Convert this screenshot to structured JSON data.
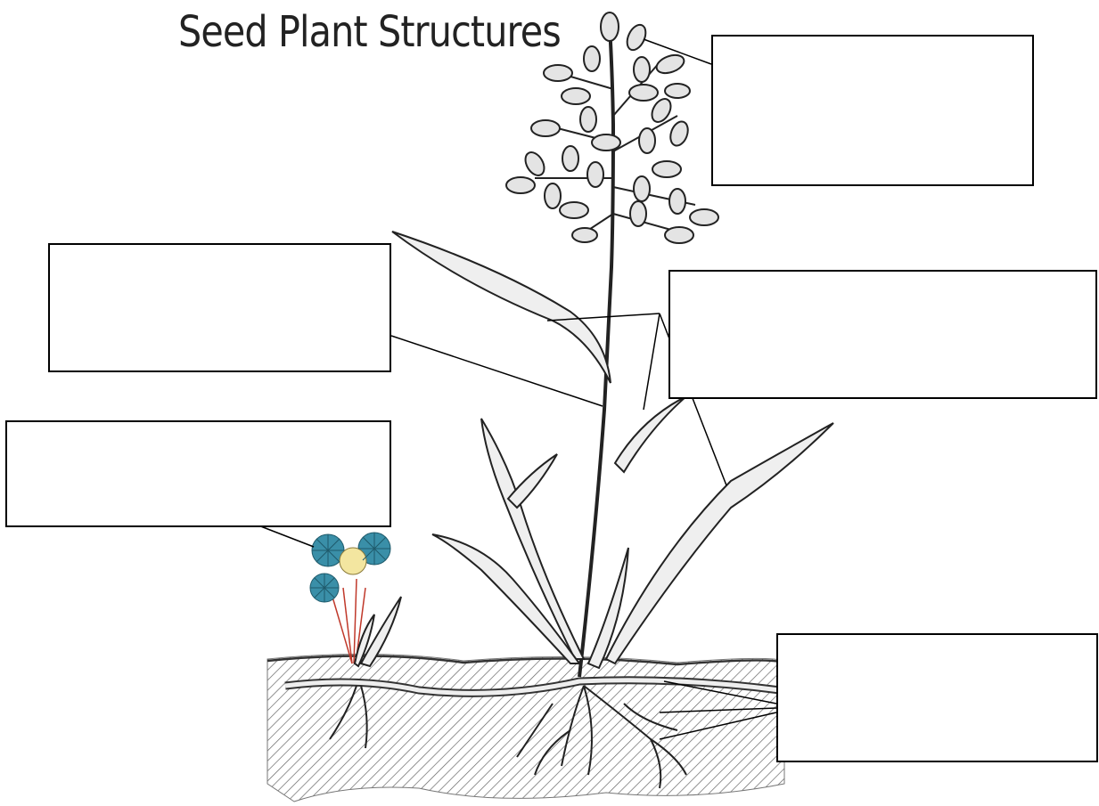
{
  "title": "Seed Plant Structures",
  "label_boxes": [
    {
      "id": "flower-cluster-label",
      "text": ""
    },
    {
      "id": "stem-label",
      "text": ""
    },
    {
      "id": "leaves-label",
      "text": ""
    },
    {
      "id": "small-flowering-plant-label",
      "text": ""
    },
    {
      "id": "roots-label",
      "text": ""
    }
  ],
  "colors": {
    "line": "#000000",
    "plant_fill": "#e8e8e8",
    "soil": "#555555",
    "flower_blue": "#3a8fa8",
    "flower_yellow": "#f3e6a0",
    "flower_stem": "#c0392b"
  }
}
